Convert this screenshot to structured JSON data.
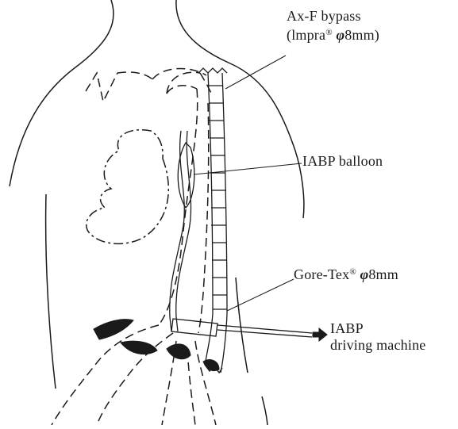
{
  "labels": {
    "axf_line1": "Ax-F bypass",
    "axf_line2_pre": "(lmpra",
    "axf_line2_reg": "®",
    "axf_line2_phi": "φ",
    "axf_line2_post": "8mm)",
    "iabp_balloon": "IABP balloon",
    "goretex_pre": "Gore-Tex",
    "goretex_reg": "®",
    "goretex_phi": "φ",
    "goretex_post": "8mm",
    "iabp_line1": "IABP",
    "iabp_line2": "driving machine"
  },
  "colors": {
    "ink": "#1a1a1a",
    "background": "#ffffff"
  }
}
